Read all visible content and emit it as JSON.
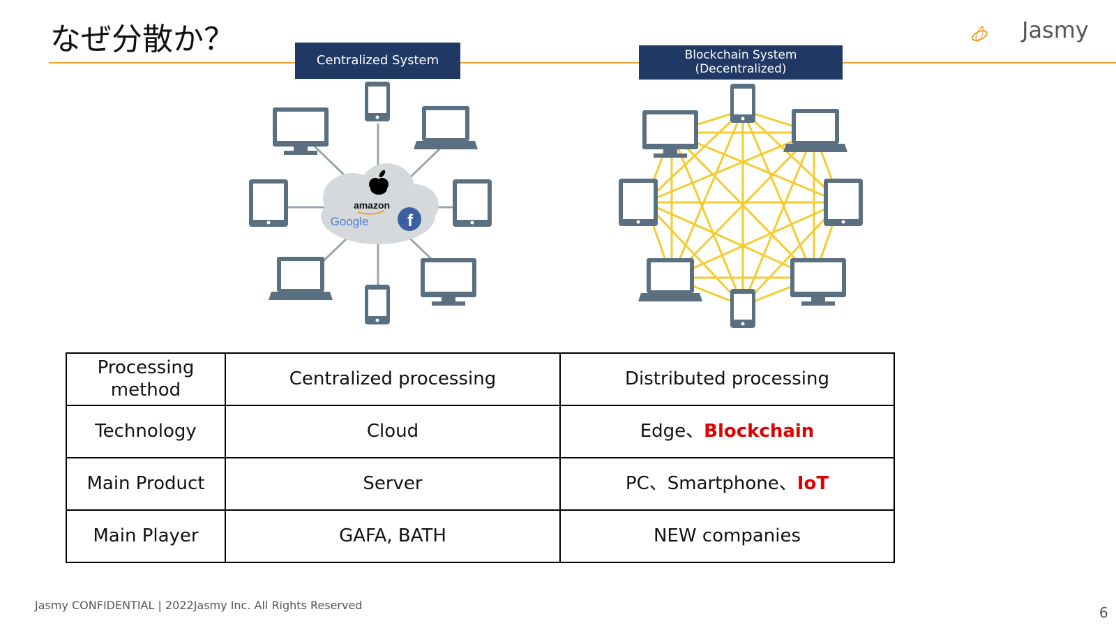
{
  "slide": {
    "title": "なぜ分散か？",
    "logo_text": "Jasmy",
    "footer": "Jasmy CONFIDENTIAL |  2022Jasmy Inc. All Rights Reserved",
    "page_number": "6"
  },
  "diagrams": {
    "centralized_label": "Centralized System",
    "blockchain_label": "Blockchain System\n(Decentralized)",
    "cloud_brands": [
      "amazon",
      "Google"
    ]
  },
  "table": {
    "rows": [
      {
        "c0": "Processing\nmethod",
        "c1": "Centralized processing",
        "c2_plain": "Distributed processing",
        "c2_highlight": ""
      },
      {
        "c0": "Technology",
        "c1": "Cloud",
        "c2_plain": "Edge、",
        "c2_highlight": "Blockchain"
      },
      {
        "c0": "Main Product",
        "c1": "Server",
        "c2_plain": "PC、Smartphone、",
        "c2_highlight": "IoT"
      },
      {
        "c0": "Main Player",
        "c1": "GAFA, BATH",
        "c2_plain": "NEW companies",
        "c2_highlight": ""
      }
    ]
  },
  "colors": {
    "accent_orange": "#f0a030",
    "label_navy": "#1f3864",
    "device_gray": "#5a7080",
    "mesh_yellow": "#f5cc30",
    "highlight_red": "#e00000"
  }
}
